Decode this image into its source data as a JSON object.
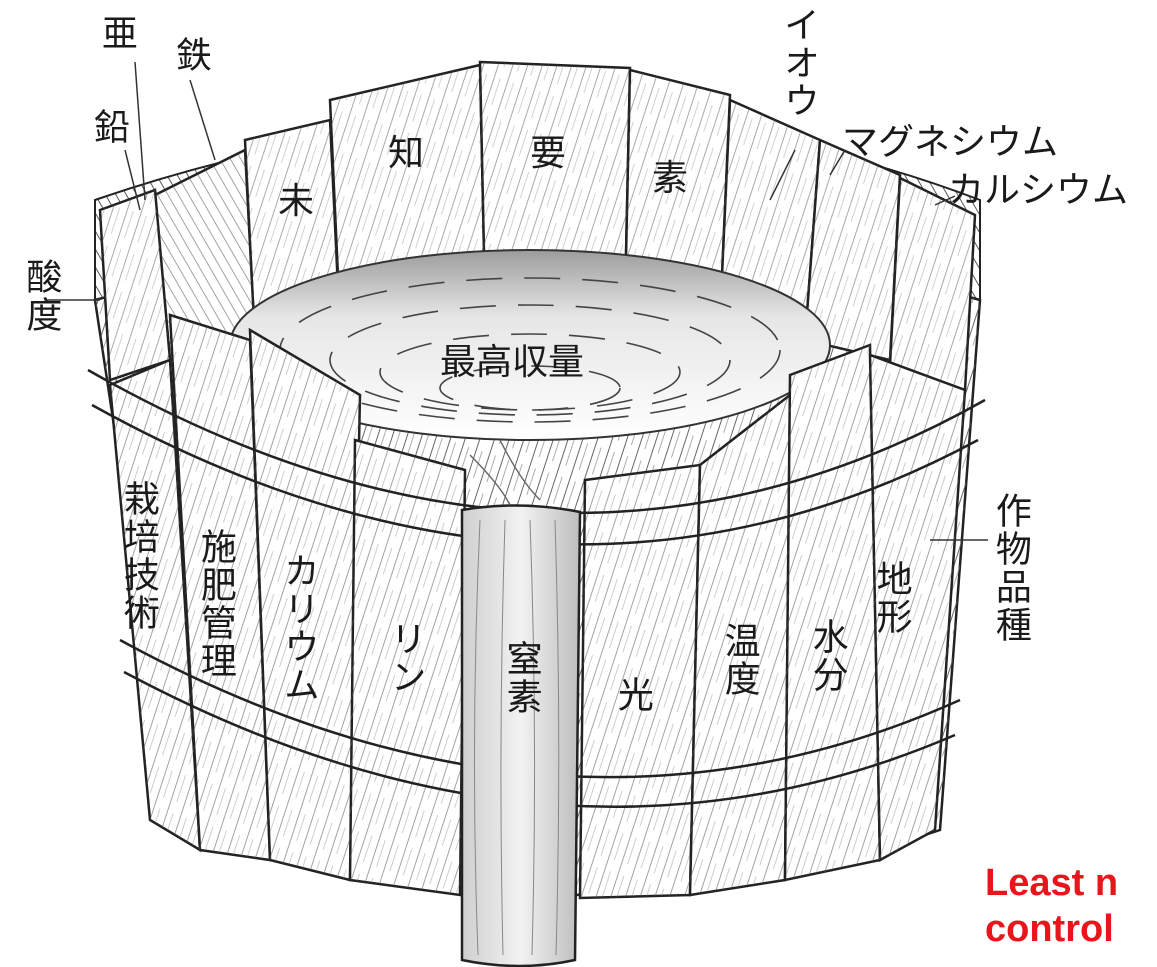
{
  "labels": {
    "stave_unknown": [
      "未",
      "知",
      "要",
      "素"
    ],
    "zinc": "亜",
    "iron": "鉄",
    "lead": "鉛",
    "acidity": "酸度",
    "sulfur": "イオウ",
    "magnesium": "マグネシウム",
    "calcium": "カルシウム",
    "max_yield": "最高収量",
    "cultivation_technique": "栽培技術",
    "fertilizer_management": "施肥管理",
    "potassium": "カリウム",
    "phosphorus": "リン",
    "nitrogen": "窒素",
    "light": "光",
    "temperature": "温度",
    "moisture": "水分",
    "topography": "地形",
    "crop_variety": "作物品種"
  },
  "caption": {
    "line1": "Least n",
    "line2": "control"
  },
  "colors": {
    "ink": "#1a1a1a",
    "caption": "#e8151b",
    "background": "#ffffff"
  }
}
